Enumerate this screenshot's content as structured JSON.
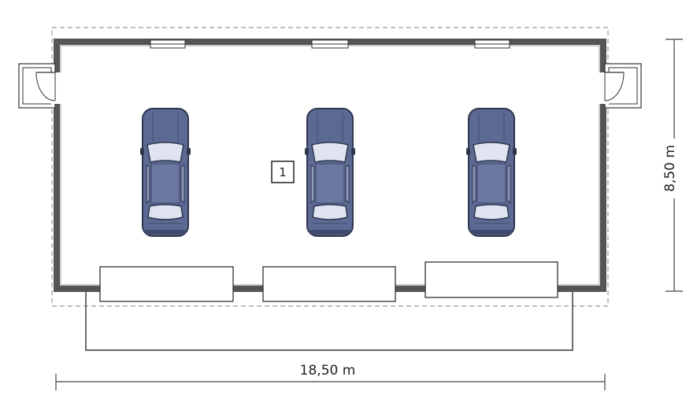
{
  "plan": {
    "room_number": "1",
    "width_dimension": "18,50 m",
    "depth_dimension": "8,50 m",
    "car_color": "#5c6a93",
    "car_dark_color": "#2f3650",
    "car_glass_color": "#dfe4f0",
    "wall_color": "#555555",
    "line_color": "#333333",
    "outline_dash_color": "#999999",
    "cars": [
      {
        "name": "car-left"
      },
      {
        "name": "car-center"
      },
      {
        "name": "car-right"
      }
    ],
    "garage_doors": [
      {
        "name": "garage-door-left"
      },
      {
        "name": "garage-door-center"
      },
      {
        "name": "garage-door-right"
      }
    ],
    "side_doors": [
      {
        "name": "side-door-left"
      },
      {
        "name": "side-door-right"
      }
    ],
    "windows": [
      {
        "name": "window-left"
      },
      {
        "name": "window-center"
      },
      {
        "name": "window-right"
      }
    ]
  }
}
